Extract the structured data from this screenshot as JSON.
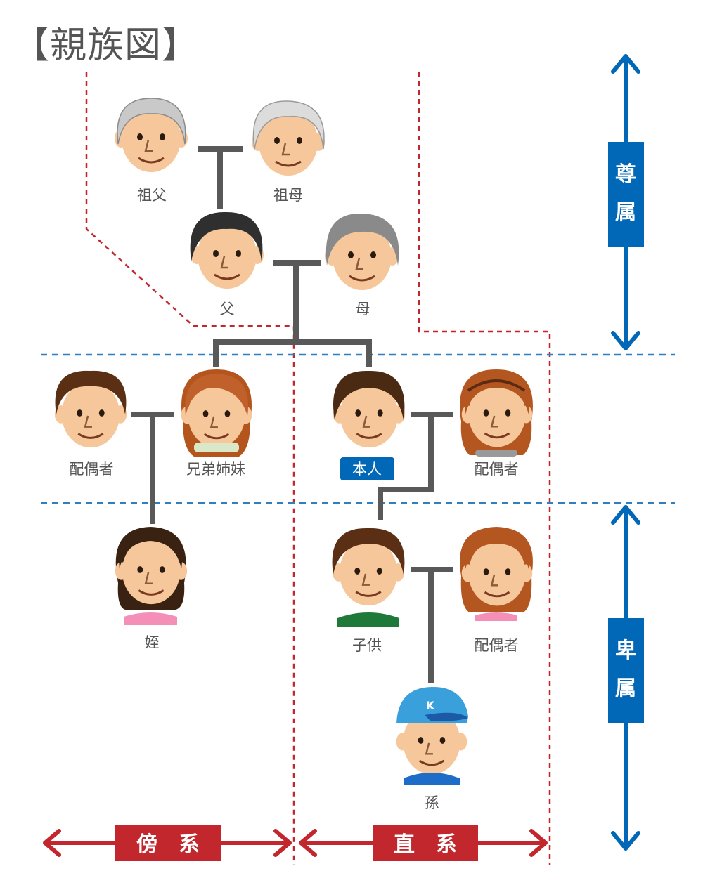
{
  "title": "【親族図】",
  "labels": {
    "sofu": "祖父",
    "sobo": "祖母",
    "chichi": "父",
    "haha": "母",
    "spouse_left": "配偶者",
    "siblings": "兄弟姉妹",
    "self": "本人",
    "spouse_self": "配偶者",
    "niece": "姪",
    "child": "子供",
    "spouse_child": "配偶者",
    "grandchild": "孫"
  },
  "side_labels": {
    "ascendant_1": "尊",
    "ascendant_2": "属",
    "descendant_1": "卑",
    "descendant_2": "属"
  },
  "bottom_labels": {
    "collateral": "傍　系",
    "lineal": "直　系"
  },
  "colors": {
    "blue": "#0068b7",
    "red": "#c1272d",
    "line": "#595959",
    "text": "#555555",
    "skin": "#f6c79a",
    "dashed_red": "#c1272d",
    "dashed_blue": "#2f7fc1"
  },
  "icons": {
    "person": "face-icon",
    "cap_letter": "K"
  }
}
